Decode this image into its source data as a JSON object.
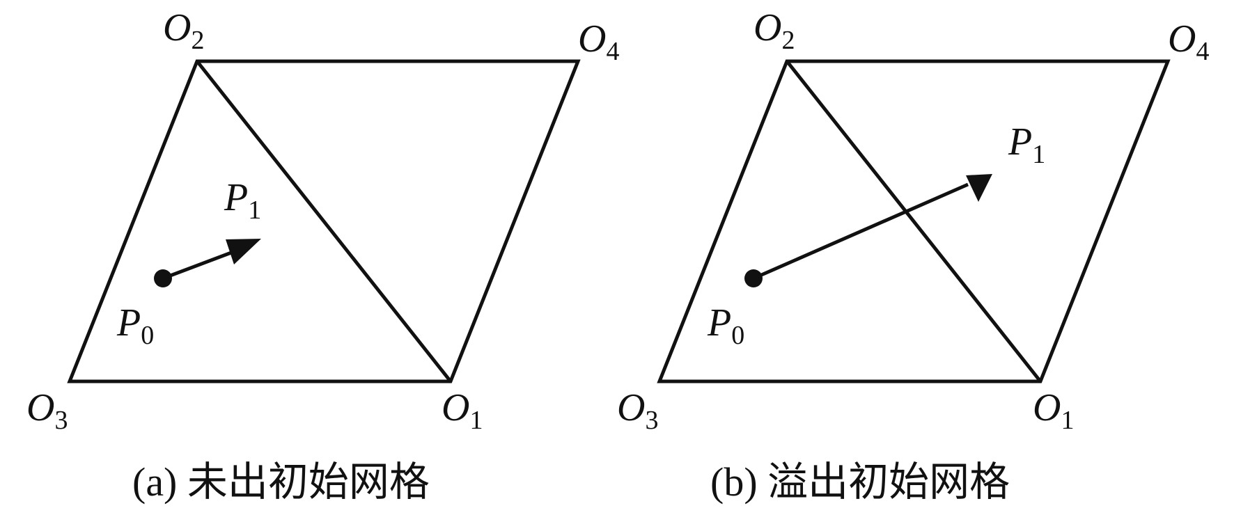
{
  "panels": [
    {
      "caption": "(a) 未出初始网格",
      "labels": {
        "o2": {
          "base": "O",
          "sub": "2"
        },
        "o4": {
          "base": "O",
          "sub": "4"
        },
        "o3": {
          "base": "O",
          "sub": "3"
        },
        "o1": {
          "base": "O",
          "sub": "1"
        },
        "p0": {
          "base": "P",
          "sub": "0"
        },
        "p1": {
          "base": "P",
          "sub": "1"
        }
      }
    },
    {
      "caption": "(b) 溢出初始网格",
      "labels": {
        "o2": {
          "base": "O",
          "sub": "2"
        },
        "o4": {
          "base": "O",
          "sub": "4"
        },
        "o3": {
          "base": "O",
          "sub": "3"
        },
        "o1": {
          "base": "O",
          "sub": "1"
        },
        "p0": {
          "base": "P",
          "sub": "0"
        },
        "p1": {
          "base": "P",
          "sub": "1"
        }
      }
    }
  ],
  "colors": {
    "stroke": "#111111",
    "background": "#ffffff"
  }
}
